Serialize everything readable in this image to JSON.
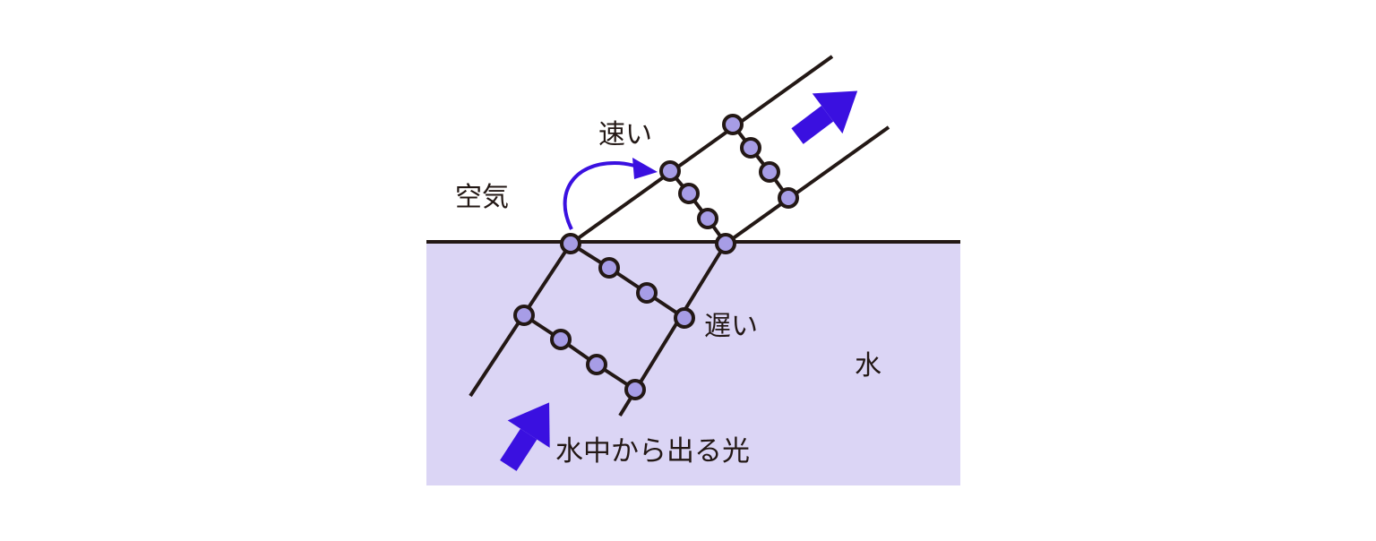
{
  "labels": {
    "air": "空気",
    "fast": "速い",
    "slow": "遅い",
    "water": "水",
    "light_from_water": "水中から出る光"
  },
  "colors": {
    "water": "#DBD5F5",
    "line": "#231815",
    "dot": "#A79DE6",
    "arrow": "#3A10E0"
  }
}
